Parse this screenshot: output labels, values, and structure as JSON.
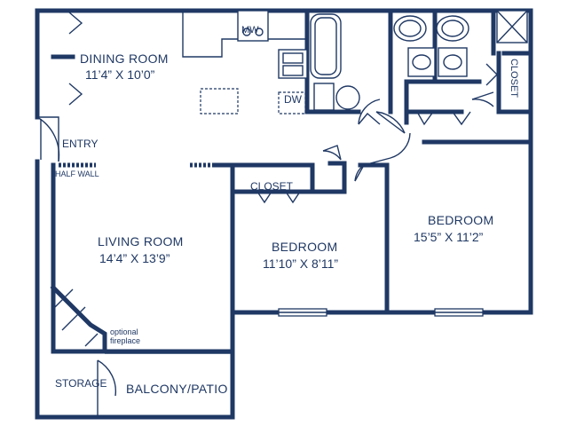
{
  "rooms": {
    "dining_name": "DINING ROOM",
    "dining_dim": "11’4” X 10’0”",
    "living_name": "LIVING ROOM",
    "living_dim": "14’4” X 13’9”",
    "bedroom1_name": "BEDROOM",
    "bedroom1_dim": "11’10” X 8’11”",
    "bedroom2_name": "BEDROOM",
    "bedroom2_dim": "15’5” X 11’2”"
  },
  "labels": {
    "entry": "ENTRY",
    "half_wall": "HALF WALL",
    "closet_hall": "CLOSET",
    "closet_bath": "CLOSET",
    "microwave": "MW",
    "dishwasher": "DW",
    "fireplace_line1": "optional",
    "fireplace_line2": "fireplace",
    "storage": "STORAGE",
    "balcony": "BALCONY/PATIO"
  },
  "colors": {
    "wall": "#1f3864",
    "background": "#ffffff"
  }
}
